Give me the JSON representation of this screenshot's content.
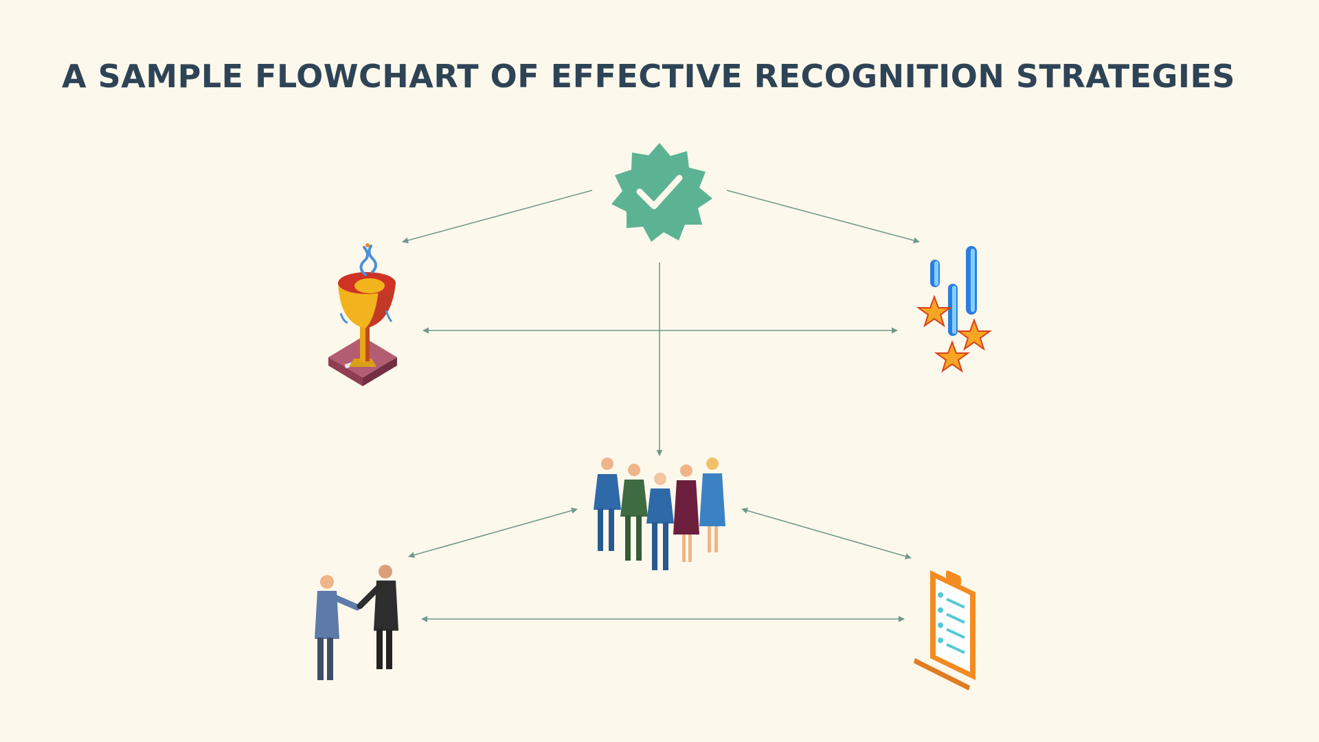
{
  "title": "A SAMPLE FLOWCHART OF EFFECTIVE RECOGNITION STRATEGIES",
  "colors": {
    "background": "#fdf8ec",
    "title": "#2e4456",
    "arrow": "#6e998b",
    "badge": "#5bb394"
  },
  "nodes": [
    {
      "id": "recognition",
      "icon": "check-badge-icon"
    },
    {
      "id": "awards",
      "icon": "trophy-icon"
    },
    {
      "id": "achievements",
      "icon": "medals-icon"
    },
    {
      "id": "team",
      "icon": "team-icon"
    },
    {
      "id": "partnership",
      "icon": "handshake-icon"
    },
    {
      "id": "feedback",
      "icon": "clipboard-icon"
    }
  ],
  "connections": [
    {
      "from": "recognition",
      "to": "awards",
      "direction": "forward"
    },
    {
      "from": "recognition",
      "to": "achievements",
      "direction": "forward"
    },
    {
      "from": "recognition",
      "to": "team",
      "direction": "forward"
    },
    {
      "from": "awards",
      "to": "achievements",
      "direction": "both"
    },
    {
      "from": "team",
      "to": "partnership",
      "direction": "both"
    },
    {
      "from": "team",
      "to": "feedback",
      "direction": "both"
    },
    {
      "from": "partnership",
      "to": "feedback",
      "direction": "both"
    }
  ]
}
